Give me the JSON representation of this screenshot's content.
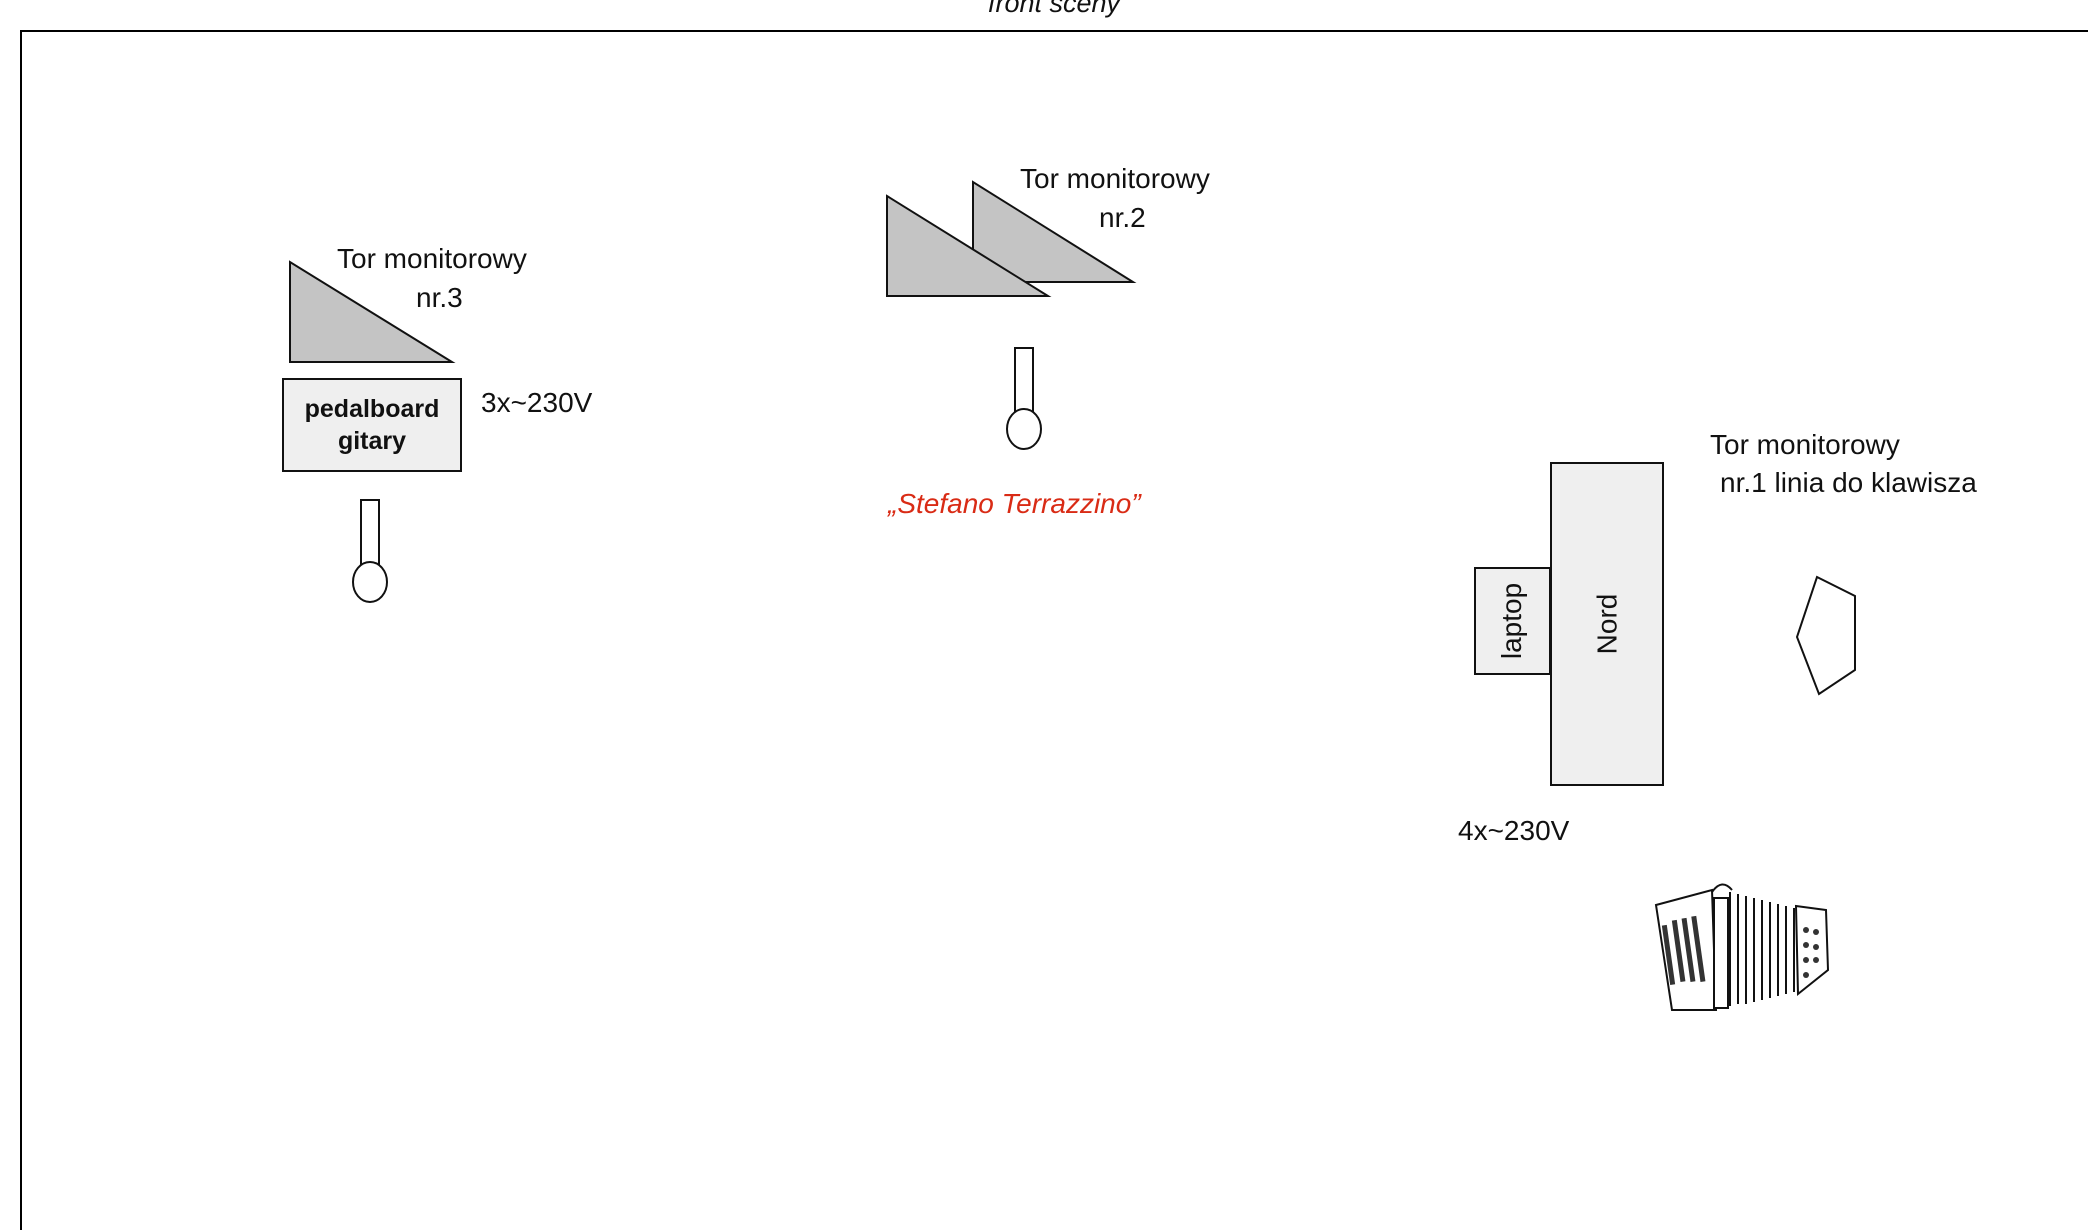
{
  "front_label": "front sceny",
  "monitors": {
    "m3": {
      "line1": "Tor monitorowy",
      "line2": "nr.3"
    },
    "m2": {
      "line1": "Tor monitorowy",
      "line2": "nr.2"
    },
    "m1": {
      "line1": "Tor monitorowy",
      "line2": "nr.1 linia do klawisza"
    }
  },
  "pedalboard": {
    "line1": "pedalboard",
    "line2": "gitary"
  },
  "power_left": "3x~230V",
  "power_right": "4x~230V",
  "artist": "„Stefano Terrazzino”",
  "keyboard": "Nord",
  "laptop": "laptop",
  "colors": {
    "wedge_fill": "#c4c4c4",
    "box_fill": "#efefef",
    "artist_text": "#d92b15"
  }
}
